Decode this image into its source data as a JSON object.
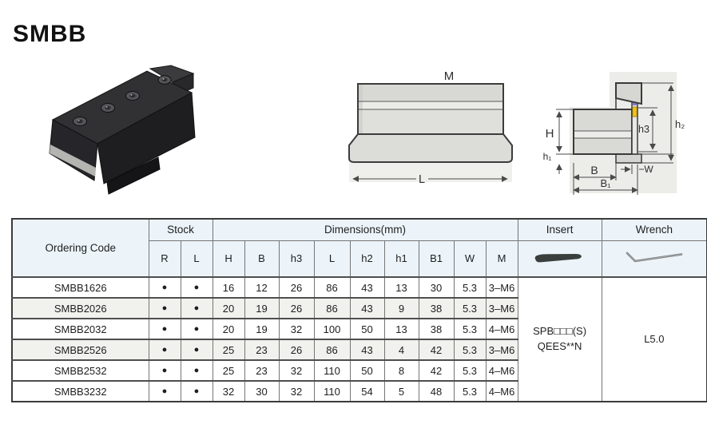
{
  "page": {
    "title": "SMBB"
  },
  "colors": {
    "header_bg": "#ecf4fa",
    "alt_row_bg": "#f1f1ee",
    "insert_yellow": "#f2c21d",
    "drawing_fill": "#dcdcd8",
    "photo_body": "#2a2a2c"
  },
  "figures": {
    "front_view": {
      "top_label": "M",
      "length_label": "L"
    },
    "side_view": {
      "h_label": "H",
      "h1_label": "h₁",
      "h2_label": "h₂",
      "h3_label": "h3",
      "b_label": "B",
      "b1_label": "B₁",
      "w_label": "W"
    }
  },
  "table": {
    "headers": {
      "ordering_code": "Ordering Code",
      "stock": "Stock",
      "dimensions": "Dimensions(mm)",
      "insert": "Insert",
      "wrench": "Wrench"
    },
    "sub_headers": [
      "R",
      "L",
      "H",
      "B",
      "h3",
      "L",
      "h2",
      "h1",
      "B1",
      "W",
      "M"
    ],
    "insert_line1": "SPB□□□(S)",
    "insert_line2": "QEES**N",
    "wrench_value": "L5.0",
    "rows": [
      {
        "code": "SMBB1626",
        "r": "●",
        "l": "●",
        "h": "16",
        "b": "12",
        "h3": "26",
        "len": "86",
        "h2": "43",
        "h1": "13",
        "b1": "30",
        "w": "5.3",
        "m": "3–M6"
      },
      {
        "code": "SMBB2026",
        "r": "●",
        "l": "●",
        "h": "20",
        "b": "19",
        "h3": "26",
        "len": "86",
        "h2": "43",
        "h1": "9",
        "b1": "38",
        "w": "5.3",
        "m": "3–M6"
      },
      {
        "code": "SMBB2032",
        "r": "●",
        "l": "●",
        "h": "20",
        "b": "19",
        "h3": "32",
        "len": "100",
        "h2": "50",
        "h1": "13",
        "b1": "38",
        "w": "5.3",
        "m": "4–M6"
      },
      {
        "code": "SMBB2526",
        "r": "●",
        "l": "●",
        "h": "25",
        "b": "23",
        "h3": "26",
        "len": "86",
        "h2": "43",
        "h1": "4",
        "b1": "42",
        "w": "5.3",
        "m": "3–M6"
      },
      {
        "code": "SMBB2532",
        "r": "●",
        "l": "●",
        "h": "25",
        "b": "23",
        "h3": "32",
        "len": "110",
        "h2": "50",
        "h1": "8",
        "b1": "42",
        "w": "5.3",
        "m": "4–M6"
      },
      {
        "code": "SMBB3232",
        "r": "●",
        "l": "●",
        "h": "32",
        "b": "30",
        "h3": "32",
        "len": "110",
        "h2": "54",
        "h1": "5",
        "b1": "48",
        "w": "5.3",
        "m": "4–M6"
      }
    ]
  }
}
